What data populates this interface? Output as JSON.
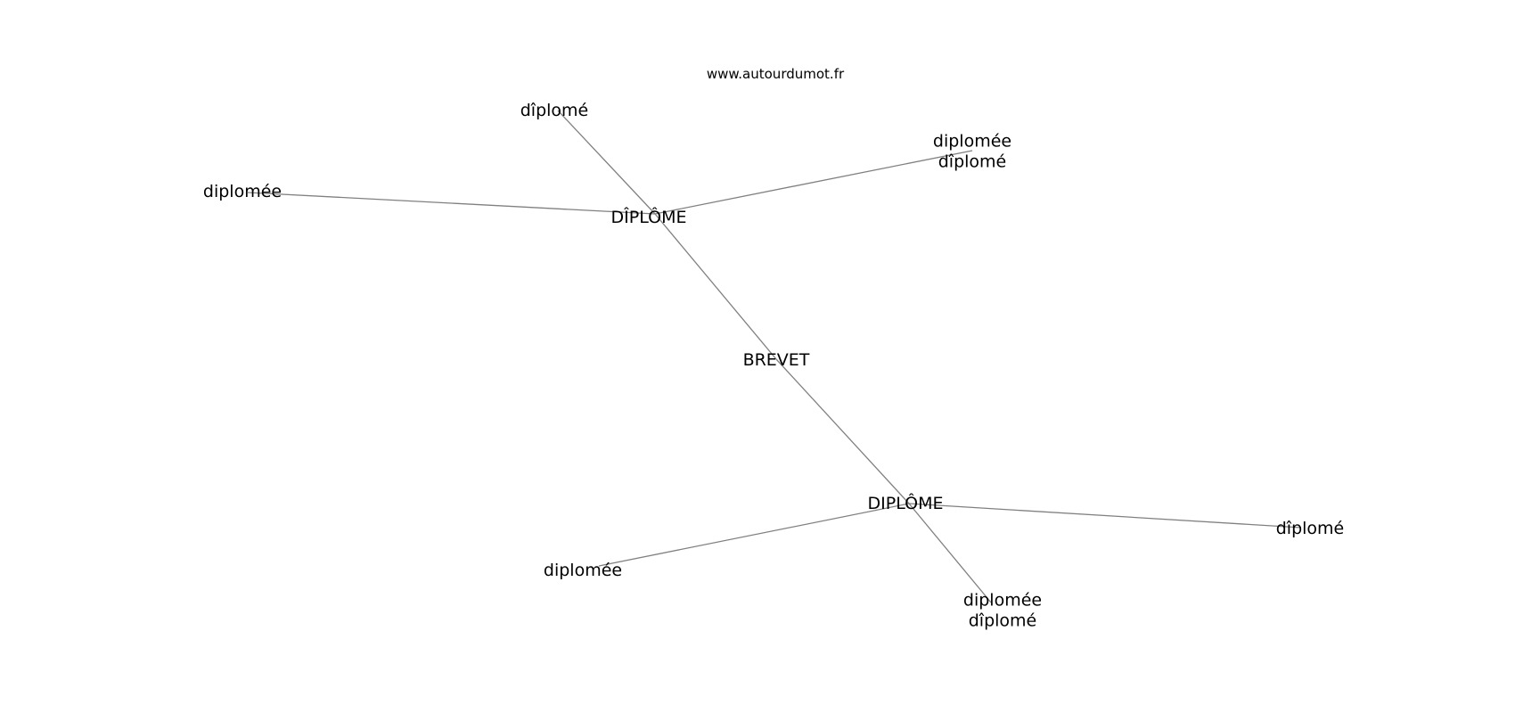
{
  "site": "www.autourdumot.fr",
  "nodes": [
    {
      "id": "brevet",
      "lines": [
        "BREVET"
      ]
    },
    {
      "id": "diplome-caps-1",
      "lines": [
        "DÎPLÔME"
      ]
    },
    {
      "id": "diplome-caps-2",
      "lines": [
        "DIPLÔME"
      ]
    },
    {
      "id": "diplome-top",
      "lines": [
        "dîplomé"
      ]
    },
    {
      "id": "diplomee-left",
      "lines": [
        "diplomée"
      ]
    },
    {
      "id": "diplomee-diplome-top",
      "lines": [
        "diplomée",
        "dîplomé"
      ]
    },
    {
      "id": "diplomee-bottom",
      "lines": [
        "diplomée"
      ]
    },
    {
      "id": "diplome-right",
      "lines": [
        "dîplomé"
      ]
    },
    {
      "id": "diplomee-diplome-bottom",
      "lines": [
        "diplomée",
        "dîplomé"
      ]
    }
  ],
  "edges": [
    [
      "diplome-top",
      "diplome-caps-1"
    ],
    [
      "diplome-caps-1",
      "brevet"
    ],
    [
      "brevet",
      "diplome-caps-2"
    ],
    [
      "diplome-caps-2",
      "diplomee-diplome-bottom"
    ],
    [
      "diplomee-left",
      "diplome-caps-1"
    ],
    [
      "diplome-caps-1",
      "diplomee-diplome-top"
    ],
    [
      "diplomee-bottom",
      "diplome-caps-2"
    ],
    [
      "diplome-caps-2",
      "diplome-right"
    ]
  ]
}
